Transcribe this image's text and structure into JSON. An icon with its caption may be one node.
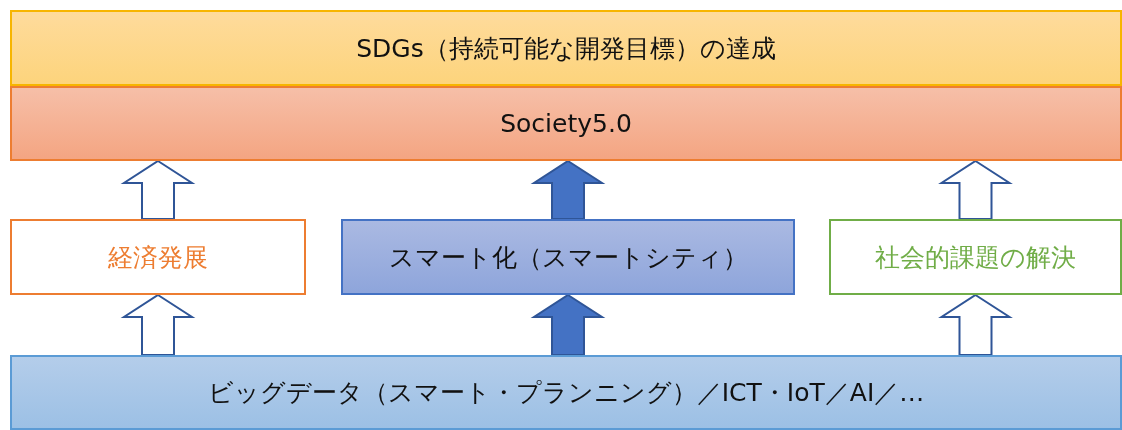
{
  "diagram": {
    "nodes": [
      {
        "text": [
          "SDGs（持続可能な開発目標）の達成"
        ]
      },
      {
        "text": [
          "Society5.0"
        ]
      },
      {
        "text": [
          "経済発展"
        ]
      },
      {
        "text": [
          "スマート化（スマートシティ）"
        ]
      },
      {
        "text": [
          "社会的課題の解決"
        ]
      },
      {
        "text": [
          "ビッグデータ（スマート・プランニング）／ICT・IoT／AI／…"
        ]
      }
    ],
    "edges": [
      {
        "from": 2,
        "to": 1,
        "arrow": "to"
      },
      {
        "from": 3,
        "to": 1,
        "arrow": "to",
        "color": "#4472c4"
      },
      {
        "from": 4,
        "to": 1,
        "arrow": "to"
      },
      {
        "from": 5,
        "to": 2,
        "arrow": "to"
      },
      {
        "from": 5,
        "to": 3,
        "arrow": "to",
        "color": "#4472c4"
      },
      {
        "from": 5,
        "to": 4,
        "arrow": "to"
      }
    ]
  }
}
